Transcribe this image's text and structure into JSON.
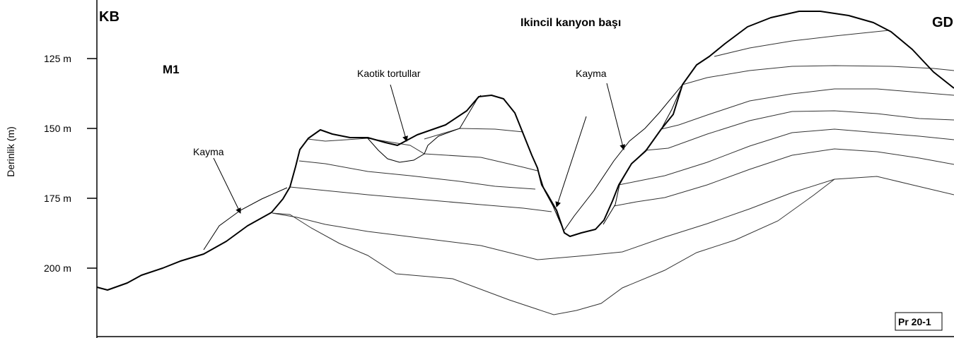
{
  "labels": {
    "left_direction": "KB",
    "right_direction": "GD",
    "title": "Ikincil kanyon başı",
    "unit_label": "M1",
    "chaotic_sediments": "Kaotik tortullar",
    "slide_left": "Kayma",
    "slide_right": "Kayma",
    "profile_id": "Pr 20-1",
    "y_axis_label": "Derinlik (m)"
  },
  "y_ticks": [
    "125 m",
    "150 m",
    "175 m",
    "200 m"
  ]
}
